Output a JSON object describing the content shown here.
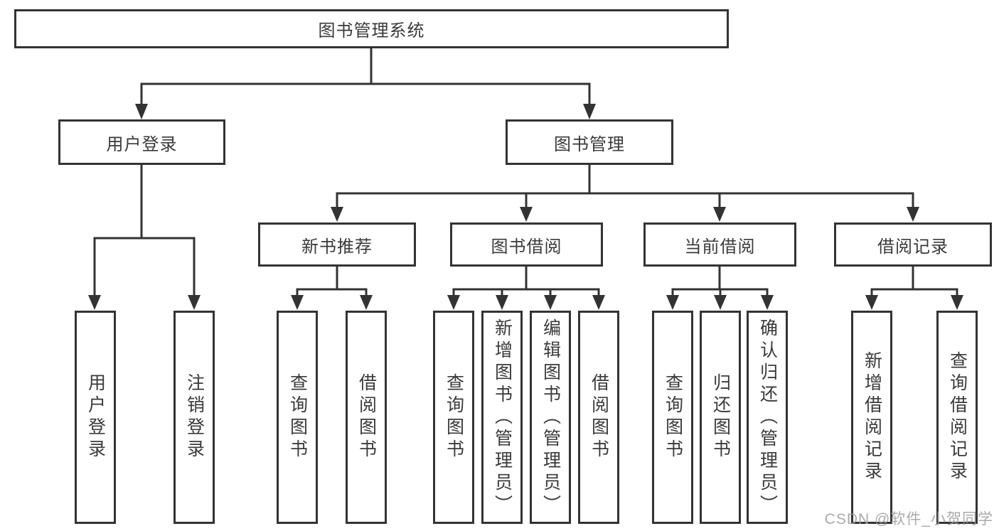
{
  "type": "hierarchy-diagram",
  "colors": {
    "line": "#333333",
    "box_border": "#333333",
    "box_fill": "#ffffff",
    "text": "#3a3a3a",
    "watermark": "#9e9e9e"
  },
  "watermark": "CSDN @软件_小贺同学",
  "tree": {
    "label": "图书管理系统",
    "children": [
      {
        "label": "用户登录",
        "children": [
          {
            "label": "用户登录"
          },
          {
            "label": "注销登录"
          }
        ]
      },
      {
        "label": "图书管理",
        "children": [
          {
            "label": "新书推荐",
            "children": [
              {
                "label": "查询图书"
              },
              {
                "label": "借阅图书"
              }
            ]
          },
          {
            "label": "图书借阅",
            "children": [
              {
                "label": "查询图书"
              },
              {
                "label": "新增图书（管理员）"
              },
              {
                "label": "编辑图书（管理员）"
              },
              {
                "label": "借阅图书"
              }
            ]
          },
          {
            "label": "当前借阅",
            "children": [
              {
                "label": "查询图书"
              },
              {
                "label": "归还图书"
              },
              {
                "label": "确认归还（管理员）"
              }
            ]
          },
          {
            "label": "借阅记录",
            "children": [
              {
                "label": "新增借阅记录"
              },
              {
                "label": "查询借阅记录"
              }
            ]
          }
        ]
      }
    ]
  }
}
